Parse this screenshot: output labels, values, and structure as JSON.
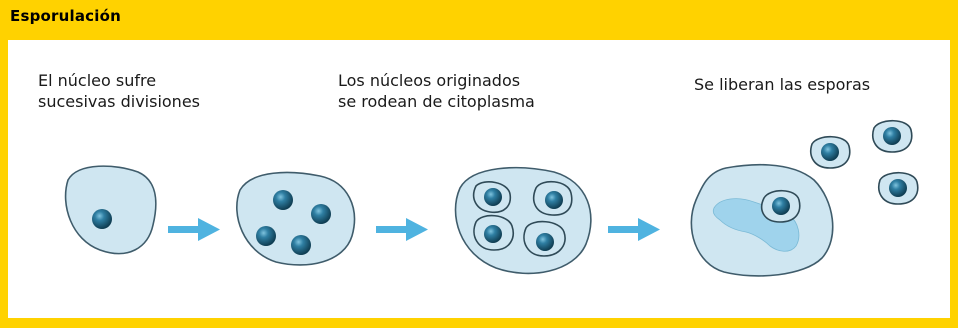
{
  "header": {
    "title": "Esporulación"
  },
  "steps": [
    {
      "line1": "El núcleo sufre",
      "line2": "sucesivas divisiones"
    },
    {
      "line1": "Los núcleos originados",
      "line2": "se rodean de citoplasma"
    },
    {
      "line1": "Se liberan las esporas",
      "line2": ""
    }
  ],
  "colors": {
    "frame": "#ffd200",
    "cell_fill": "#cfe6f1",
    "cell_stroke": "#3f5c6b",
    "nucleus": "#24607c",
    "arrow": "#4fb3e0",
    "cytoplasm_remnant": "#9fd3ec"
  }
}
